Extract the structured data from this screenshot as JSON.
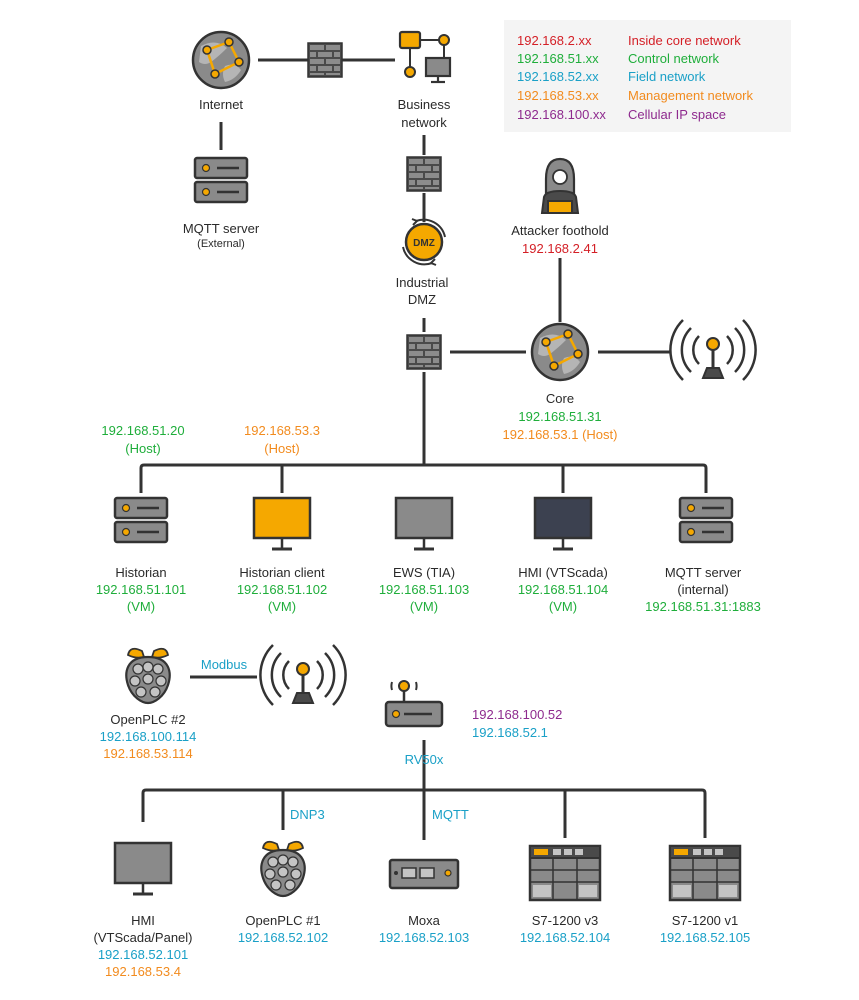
{
  "legend": [
    {
      "ip": "192.168.2.xx",
      "label": "Inside core network",
      "color": "#d41f26"
    },
    {
      "ip": "192.168.51.xx",
      "label": "Control network",
      "color": "#1fae3b"
    },
    {
      "ip": "192.168.52.xx",
      "label": "Field network",
      "color": "#1aa0c7"
    },
    {
      "ip": "192.168.53.xx",
      "label": "Management network",
      "color": "#f28b1e"
    },
    {
      "ip": "192.168.100.xx",
      "label": "Cellular IP space",
      "color": "#8e2a8e"
    }
  ],
  "top": {
    "internet": "Internet",
    "business": [
      "Business",
      "network"
    ],
    "mqtt_ext": "MQTT server",
    "mqtt_ext_sub": "(External)",
    "dmz_badge": "DMZ",
    "dmz": [
      "Industrial",
      "DMZ"
    ],
    "attacker": "Attacker foothold",
    "attacker_ip": "192.168.2.41",
    "core": "Core",
    "core_ip1": "192.168.51.31",
    "core_ip2": "192.168.53.1 (Host)"
  },
  "hosts": {
    "h1": [
      "192.168.51.20",
      "(Host)"
    ],
    "h2": [
      "192.168.53.3",
      "(Host)"
    ]
  },
  "control": [
    {
      "name": "Historian",
      "ip": "192.168.51.101",
      "sub": "(VM)"
    },
    {
      "name": "Historian client",
      "ip": "192.168.51.102",
      "sub": "(VM)"
    },
    {
      "name": "EWS (TIA)",
      "ip": "192.168.51.103",
      "sub": "(VM)"
    },
    {
      "name": "HMI (VTScada)",
      "ip": "192.168.51.104",
      "sub": "(VM)"
    },
    {
      "name": "MQTT server",
      "name2": "(internal)",
      "ip": "192.168.51.31:1883"
    }
  ],
  "openplc2": {
    "name": "OpenPLC #2",
    "ip1": "192.168.100.114",
    "ip2": "192.168.53.114",
    "protocol": "Modbus"
  },
  "rv50": {
    "name": "RV50x",
    "ip1": "192.168.100.52",
    "ip2": "192.168.52.1"
  },
  "protocols": {
    "dnp3": "DNP3",
    "mqtt": "MQTT"
  },
  "field": [
    {
      "name": "HMI",
      "name2": "(VTScada/Panel)",
      "ip": "192.168.52.101",
      "ip2": "192.168.53.4"
    },
    {
      "name": "OpenPLC #1",
      "ip": "192.168.52.102"
    },
    {
      "name": "Moxa",
      "ip": "192.168.52.103"
    },
    {
      "name": "S7-1200 v3",
      "ip": "192.168.52.104"
    },
    {
      "name": "S7-1200 v1",
      "ip": "192.168.52.105"
    }
  ]
}
